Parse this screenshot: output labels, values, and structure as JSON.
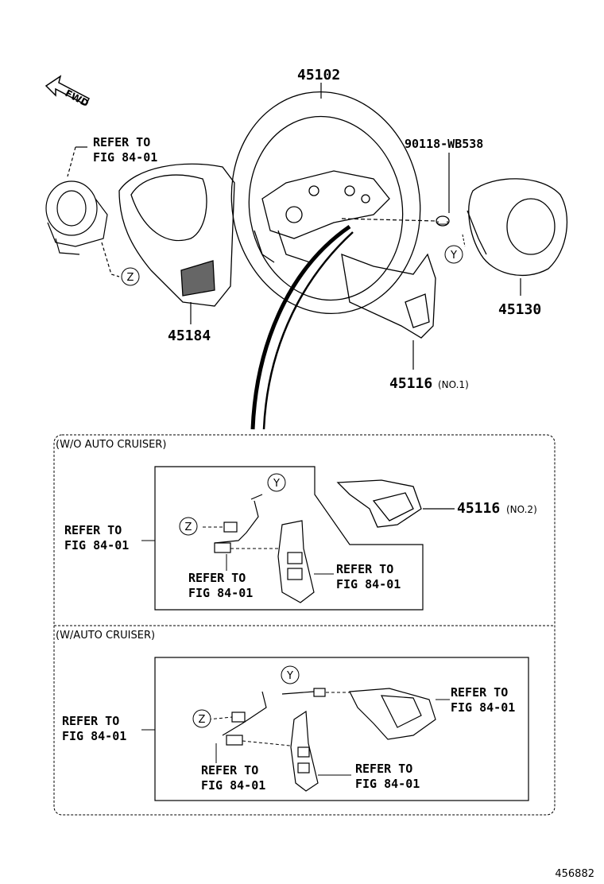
{
  "fwd_label": "FWD",
  "parts": {
    "p45102": "45102",
    "p90118": "90118-WB538",
    "p45184": "45184",
    "p45130": "45130",
    "p45116_no1": "45116",
    "p45116_no1_suffix": "(NO.1)",
    "p45116_no2": "45116",
    "p45116_no2_suffix": "(NO.2)"
  },
  "refs": {
    "top_left_1": "REFER TO",
    "top_left_2": "FIG 84-01",
    "wo_left_1": "REFER TO",
    "wo_left_2": "FIG 84-01",
    "wo_mid_1": "REFER TO",
    "wo_mid_2": "FIG 84-01",
    "wo_right_1": "REFER TO",
    "wo_right_2": "FIG 84-01",
    "w_left_1": "REFER TO",
    "w_left_2": "FIG 84-01",
    "w_mid_1": "REFER TO",
    "w_mid_2": "FIG 84-01",
    "w_right_1": "REFER TO",
    "w_right_2": "FIG 84-01",
    "w_right_top_1": "REFER TO",
    "w_right_top_2": "FIG 84-01"
  },
  "markers": {
    "y": "Y",
    "z": "Z"
  },
  "sections": {
    "without_cruiser": "(W/O AUTO CRUISER)",
    "with_cruiser": "(W/AUTO CRUISER)"
  },
  "figure_number": "456882"
}
